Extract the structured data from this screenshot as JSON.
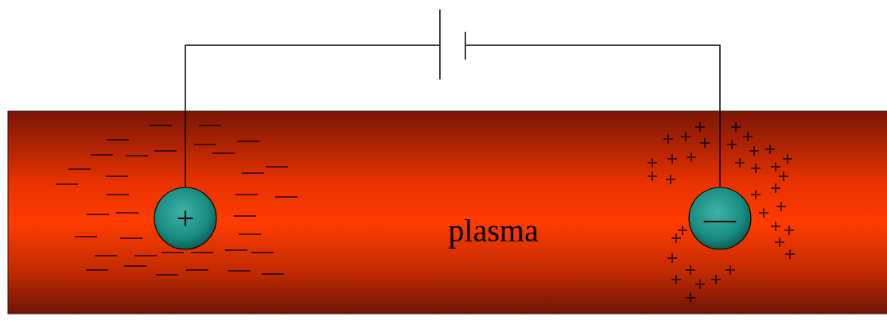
{
  "diagram": {
    "nodes": [
      {
        "text": [
          "plasma"
        ]
      },
      {
        "text": [
          "+"
        ],
        "in": 0
      },
      {
        "text": [
          "—"
        ],
        "in": 0
      }
    ],
    "edges": [
      {
        "from": 1,
        "to": 2,
        "arrow": "none"
      }
    ]
  }
}
